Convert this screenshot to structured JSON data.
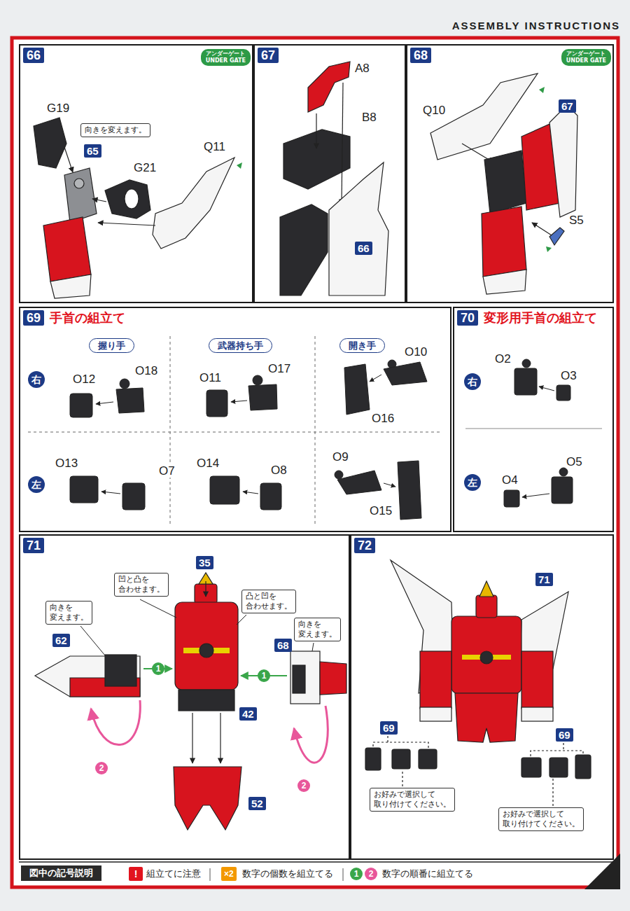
{
  "diagram": {
    "title": "ASSEMBLY INSTRUCTIONS",
    "nodes": [
      {
        "text": [
          "66"
        ]
      },
      {
        "text": [
          "アンダーゲート",
          "UNDER GATE"
        ],
        "in": 0
      },
      {
        "text": [
          "向きを変えます。"
        ],
        "in": 0
      },
      {
        "text": [
          "65"
        ],
        "in": 0
      },
      {
        "text": [
          "67"
        ]
      },
      {
        "text": [
          "66"
        ],
        "in": 4
      },
      {
        "text": [
          "68"
        ]
      },
      {
        "text": [
          "アンダーゲート",
          "UNDER GATE"
        ],
        "in": 6
      },
      {
        "text": [
          "67"
        ],
        "in": 6
      },
      {
        "text": [
          "69",
          "手首の組立て"
        ]
      },
      {
        "text": [
          "握り手"
        ],
        "in": 9
      },
      {
        "text": [
          "武器持ち手"
        ],
        "in": 9
      },
      {
        "text": [
          "開き手"
        ],
        "in": 9
      },
      {
        "text": [
          "右"
        ],
        "in": 9
      },
      {
        "text": [
          "左"
        ],
        "in": 9
      },
      {
        "text": [
          "70",
          "変形用手首の組立て"
        ]
      },
      {
        "text": [
          "右"
        ],
        "in": 15
      },
      {
        "text": [
          "左"
        ],
        "in": 15
      },
      {
        "text": [
          "71"
        ]
      },
      {
        "text": [
          "向きを 変えます。"
        ],
        "in": 18
      },
      {
        "text": [
          "凹と凸を 合わせます。"
        ],
        "in": 18
      },
      {
        "text": [
          "35"
        ],
        "in": 18
      },
      {
        "text": [
          "凸と凹を 合わせます。"
        ],
        "in": 18
      },
      {
        "text": [
          "向きを 変えます。"
        ],
        "in": 18
      },
      {
        "text": [
          "62"
        ],
        "in": 18
      },
      {
        "text": [
          "42"
        ],
        "in": 18
      },
      {
        "text": [
          "68"
        ],
        "in": 18
      },
      {
        "text": [
          "52"
        ],
        "in": 18
      },
      {
        "text": [
          "72"
        ]
      },
      {
        "text": [
          "71"
        ],
        "in": 28
      },
      {
        "text": [
          "69"
        ],
        "in": 28
      },
      {
        "text": [
          "お好みで選択して 取り付けてください。"
        ],
        "in": 28
      },
      {
        "text": [
          "69"
        ],
        "in": 28
      },
      {
        "text": [
          "お好みで選択して 取り付けてください。"
        ],
        "in": 28
      }
    ],
    "labels": [
      "G19",
      "G21",
      "Q11",
      "A8",
      "B8",
      "Q10",
      "S5",
      "O12",
      "O18",
      "O11",
      "O17",
      "O10",
      "O16",
      "O13",
      "O7",
      "O14",
      "O8",
      "O9",
      "O15",
      "O2",
      "O3",
      "O4",
      "O5",
      "1",
      "1",
      "2",
      "2",
      "図中の記号説明",
      "!",
      "×2",
      "1",
      "2"
    ],
    "legend": [
      {
        "text": "組立てに注意"
      },
      {
        "text": "数字の個数を組立てる"
      },
      {
        "text": "数字の順番に組立てる"
      }
    ]
  }
}
